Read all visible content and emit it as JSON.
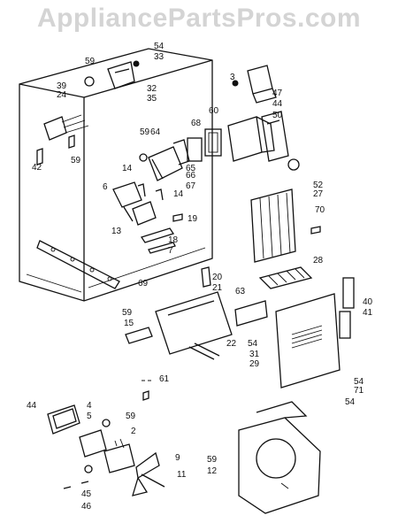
{
  "watermark": "AppliancePartsPros.com",
  "callouts": [
    "59",
    "54",
    "33",
    "39",
    "24",
    "32",
    "35",
    "42",
    "59",
    "3",
    "47",
    "44",
    "68",
    "60",
    "50",
    "59",
    "64",
    "65",
    "66",
    "67",
    "14",
    "14",
    "6",
    "13",
    "19",
    "18",
    "7",
    "52",
    "27",
    "70",
    "20",
    "21",
    "69",
    "59",
    "15",
    "63",
    "28",
    "40",
    "41",
    "54",
    "31",
    "22",
    "29",
    "54",
    "71",
    "54",
    "61",
    "44",
    "4",
    "5",
    "59",
    "2",
    "9",
    "11",
    "45",
    "46",
    "59",
    "12"
  ]
}
